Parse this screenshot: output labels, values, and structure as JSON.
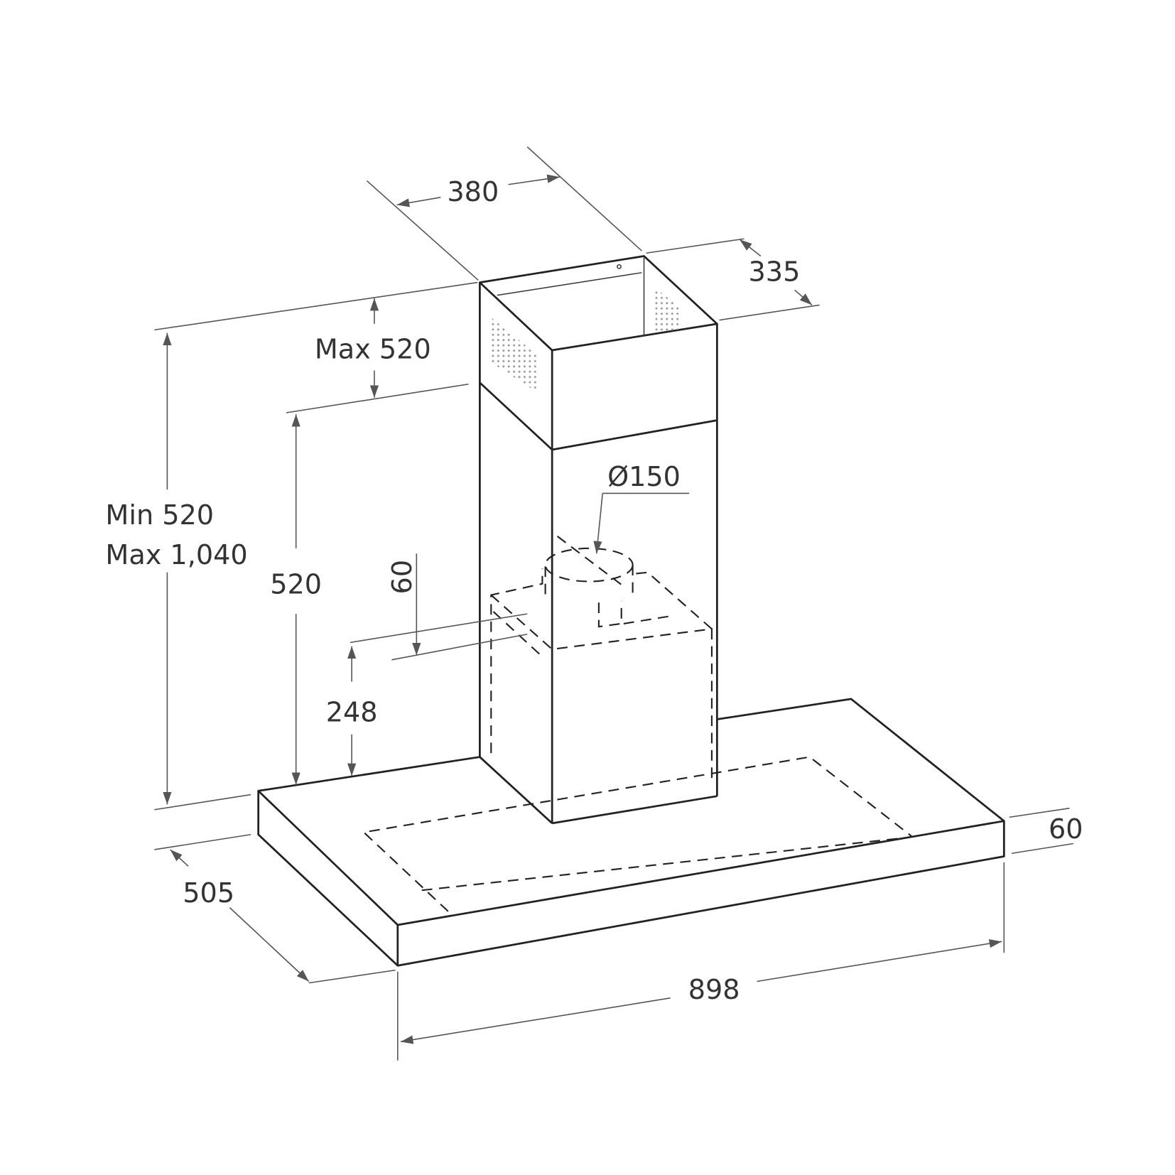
{
  "title": "Island cooker hood dimension drawing",
  "dimensions": {
    "chimney_width": "380",
    "chimney_depth": "335",
    "upper_chimney": "Max 520",
    "total_height_min": "Min 520",
    "total_height_max": "Max 1,040",
    "lower_chimney": "520",
    "outlet_offset": "60",
    "duct_diameter": "Ø150",
    "body_to_outlet": "248",
    "canopy_thickness": "60",
    "canopy_depth": "505",
    "canopy_width": "898"
  },
  "colors": {
    "line": "#222222",
    "dimension": "#555555"
  }
}
